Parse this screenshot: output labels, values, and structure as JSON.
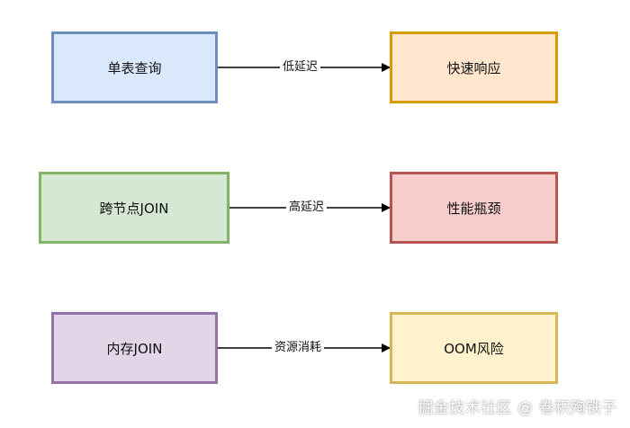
{
  "rows": [
    {
      "source": "单表查询",
      "edge": "低延迟",
      "target": "快速响应"
    },
    {
      "source": "跨节点JOIN",
      "edge": "高延迟",
      "target": "性能瓶颈"
    },
    {
      "source": "内存JOIN",
      "edge": "资源消耗",
      "target": "OOM风险"
    }
  ],
  "watermark": "掘金技术社区 @ 卷积殉铁子",
  "colors": {
    "blue_fill": "#dae8fc",
    "blue_stroke": "#6c8ebf",
    "orange_fill": "#ffe6cc",
    "orange_stroke": "#d79b00",
    "green_fill": "#d5e8d4",
    "green_stroke": "#82b366",
    "red_fill": "#f8cecc",
    "red_stroke": "#b85450",
    "purple_fill": "#e1d5e7",
    "purple_stroke": "#9673a6",
    "yellow_fill": "#fff2cc",
    "yellow_stroke": "#d6b656"
  }
}
